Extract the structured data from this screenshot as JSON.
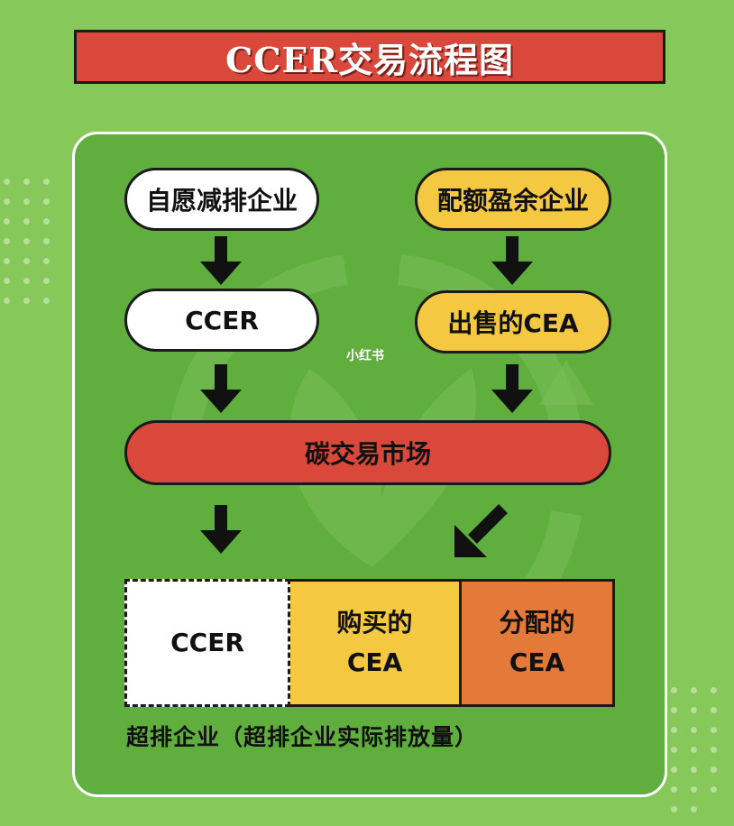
{
  "title": "CCER交易流程图",
  "nodes": {
    "voluntary": "自愿减排企业",
    "ccer": "CCER",
    "quota_surplus": "配额盈余企业",
    "sold_cea": "出售的CEA",
    "market": "碳交易市场"
  },
  "boxes": {
    "ccer": "CCER",
    "bought_line1": "购买的",
    "bought_line2": "CEA",
    "allocated_line1": "分配的",
    "allocated_line2": "CEA"
  },
  "caption": "超排企业（超排企业实际排放量）",
  "watermark": "小红书",
  "colors": {
    "background": "#86c95a",
    "panel": "#5fae3e",
    "banner": "#d9483a",
    "yellow": "#f5c842",
    "orange": "#e37a3a"
  }
}
